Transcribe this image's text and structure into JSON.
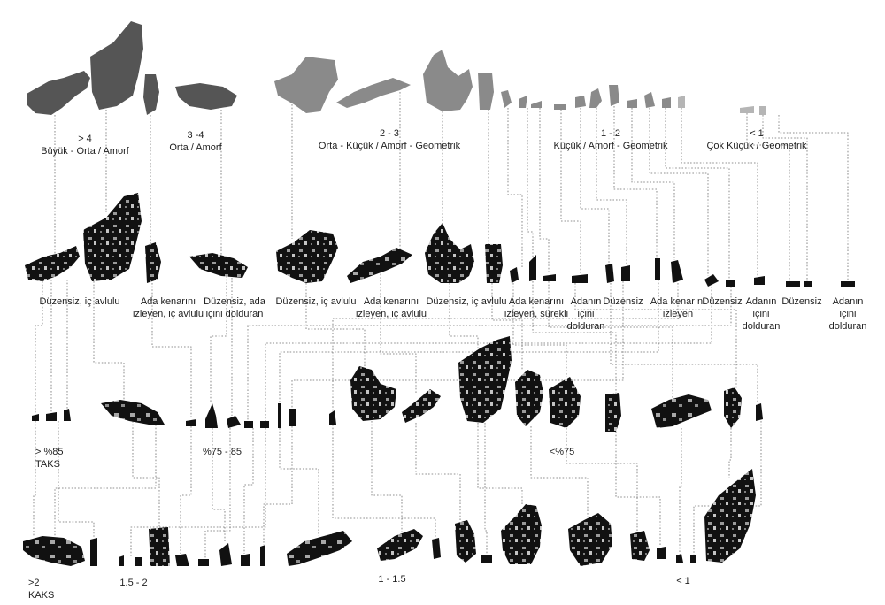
{
  "row1": {
    "groups": [
      {
        "value": "> 4",
        "desc": "Büyük - Orta / Amorf",
        "color": "#555555"
      },
      {
        "value": "3 -4",
        "desc": "Orta / Amorf",
        "color": "#555555"
      },
      {
        "value": "2 - 3",
        "desc": "Orta - Küçük / Amorf - Geometrik",
        "color": "#8a8a8a"
      },
      {
        "value": "1 - 2",
        "desc": "Küçük / Amorf - Geometrik",
        "color": "#8a8a8a"
      },
      {
        "value": "< 1",
        "desc": "Çok Küçük / Geometrik",
        "color": "#b5b5b5"
      }
    ]
  },
  "row2": {
    "labels": [
      [
        "Düzensiz, iç avlulu"
      ],
      [
        "Ada kenarını",
        "izleyen, iç avlulu"
      ],
      [
        "Düzensiz, ada",
        "içini dolduran"
      ],
      [
        "Düzensiz, iç avlulu"
      ],
      [
        "Ada kenarını",
        "izleyen, iç avlulu"
      ],
      [
        "Düzensiz, iç avlulu"
      ],
      [
        "Ada kenarını",
        "izleyen, sürekli"
      ],
      [
        "Adanın",
        "içini",
        "dolduran"
      ],
      [
        "Düzensiz"
      ],
      [
        "Ada kenarını",
        "izleyen"
      ],
      [
        "Düzensiz"
      ],
      [
        "Adanın",
        "içini",
        "dolduran"
      ],
      [
        "Düzensiz"
      ],
      [
        "Adanın",
        "içini",
        "dolduran"
      ]
    ]
  },
  "row3": {
    "labels": [
      [
        "> %85",
        "TAKS"
      ],
      [
        "%75 - 85"
      ],
      [
        "<%75"
      ]
    ]
  },
  "row4": {
    "labels": [
      [
        ">2",
        "KAKS"
      ],
      [
        "1.5 - 2"
      ],
      [
        "1 - 1.5"
      ],
      [
        "< 1"
      ]
    ]
  },
  "colors": {
    "black_fill": "#111111",
    "dark_grey": "#555555",
    "mid_grey": "#8a8a8a",
    "light_grey": "#b5b5b5",
    "courtyard": "#9a9a9a",
    "connector": "#6e6e6e"
  }
}
